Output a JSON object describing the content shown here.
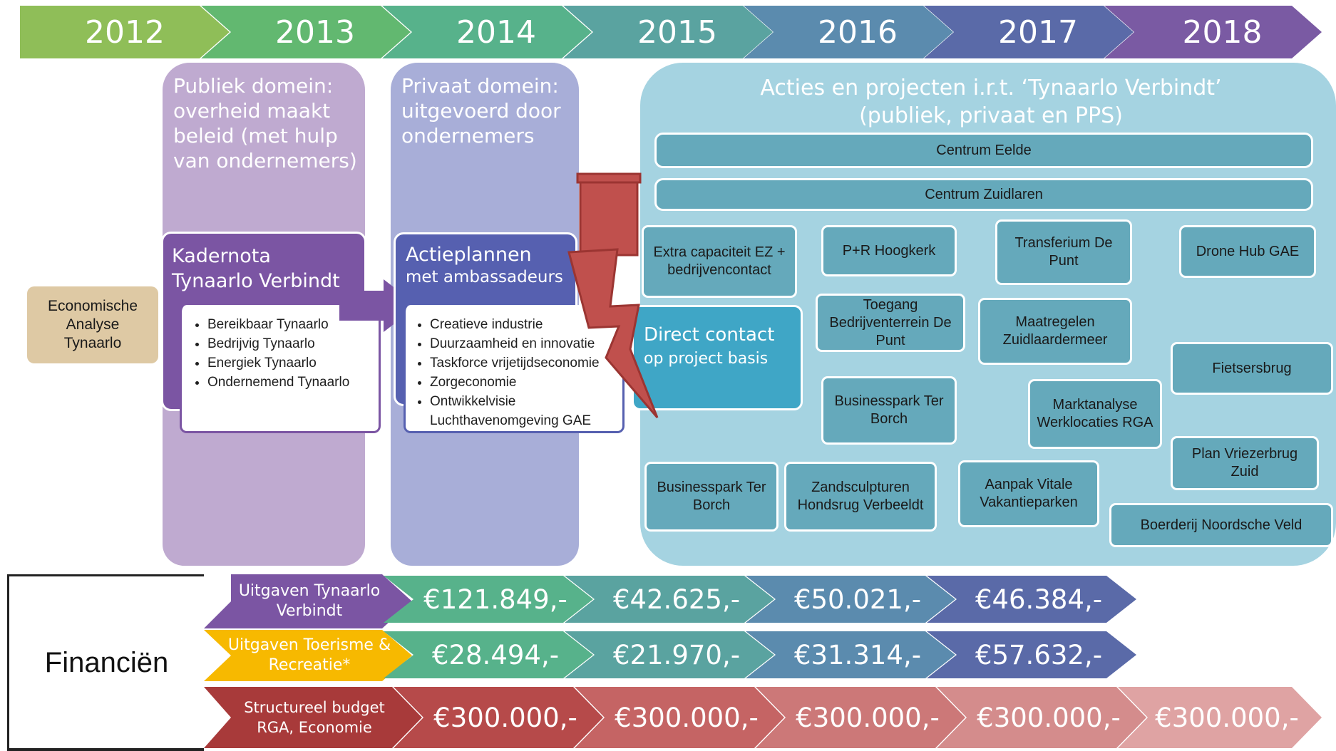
{
  "timeline": {
    "years": [
      "2012",
      "2013",
      "2014",
      "2015",
      "2016",
      "2017",
      "2018"
    ],
    "colors": [
      "#8fbe58",
      "#62b870",
      "#57b28b",
      "#5aa3a0",
      "#5b8bae",
      "#5a6aa8",
      "#7a5aa3"
    ]
  },
  "analysis_box": {
    "label": "Economische Analyse Tynaarlo"
  },
  "public_domain": {
    "heading": "Publiek domein: overheid maakt beleid (met hulp van ondernemers)",
    "box_title": "Kadernota Tynaarlo Verbindt",
    "items": [
      "Bereikbaar Tynaarlo",
      "Bedrijvig Tynaarlo",
      "Energiek Tynaarlo",
      "Ondernemend Tynaarlo"
    ]
  },
  "private_domain": {
    "heading": "Privaat domein: uitgevoerd door ondernemers",
    "box_title": "Actieplannen",
    "box_subtitle": "met ambassadeurs",
    "items": [
      "Creatieve industrie",
      "Duurzaamheid en innovatie",
      "Taskforce vrijetijdseconomie",
      "Zorgeconomie",
      "Ontwikkelvisie Luchthavenomgeving GAE"
    ]
  },
  "direct_contact": {
    "line1": "Direct contact",
    "line2": "op project basis"
  },
  "projects": {
    "heading": "Acties en projecten i.r.t. ‘Tynaarlo Verbindt’ (publiek, privaat en PPS)",
    "items": [
      "Centrum Eelde",
      "Centrum Zuidlaren",
      "Extra capaciteit EZ + bedrijvencontact",
      "P+R Hoogkerk",
      "Transferium De Punt",
      "Drone Hub GAE",
      "Toegang Bedrijventerrein De Punt",
      "Maatregelen Zuidlaardermeer",
      "Fietsersbrug",
      "Businesspark Ter Borch",
      "Marktanalyse Werklocaties RGA",
      "Plan Vriezerbrug Zuid",
      "Businesspark Ter Borch",
      "Zandsculpturen Hondsrug Verbeeldt",
      "Aanpak Vitale Vakantieparken",
      "Boerderij Noordsche Veld"
    ]
  },
  "finance": {
    "title": "Financiën",
    "rows": [
      {
        "label": "Uitgaven Tynaarlo Verbindt",
        "values": [
          "€121.849,-",
          "€42.625,-",
          "€50.021,-",
          "€46.384,-"
        ]
      },
      {
        "label": "Uitgaven Toerisme & Recreatie*",
        "values": [
          "€28.494,-",
          "€21.970,-",
          "€31.314,-",
          "€57.632,-"
        ]
      },
      {
        "label": "Structureel budget RGA, Economie",
        "values": [
          "€300.000,-",
          "€300.000,-",
          "€300.000,-",
          "€300.000,-",
          "€300.000,-"
        ]
      }
    ]
  }
}
